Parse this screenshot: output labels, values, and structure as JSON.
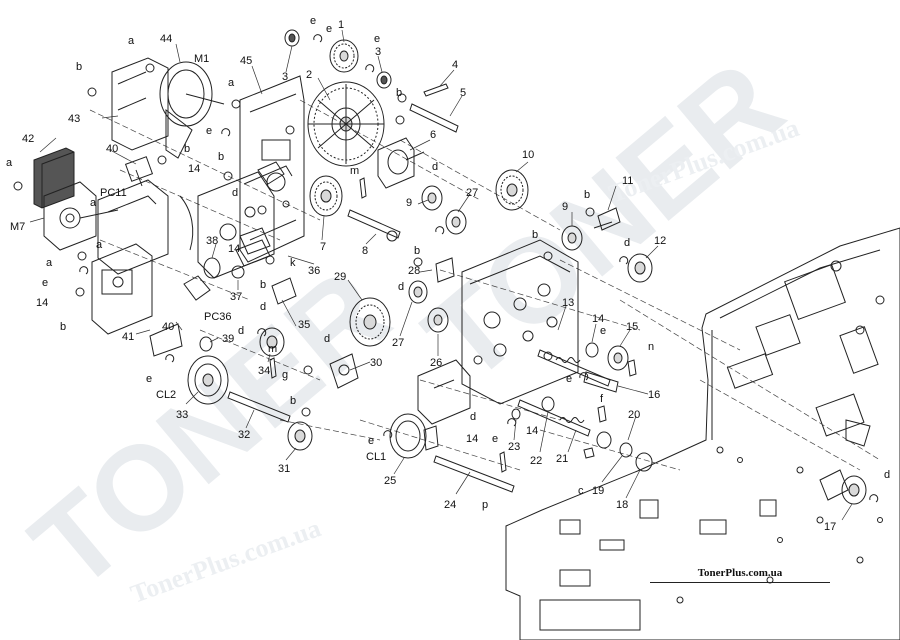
{
  "watermark": {
    "brand": "TONER",
    "site": "TonerPlus.com.ua"
  },
  "footer": {
    "site_label": "TonerPlus.com.ua"
  },
  "callouts": [
    {
      "id": "c1",
      "text": "1"
    },
    {
      "id": "c2",
      "text": "2"
    },
    {
      "id": "c3a",
      "text": "3"
    },
    {
      "id": "c3b",
      "text": "3"
    },
    {
      "id": "c4",
      "text": "4"
    },
    {
      "id": "c5",
      "text": "5"
    },
    {
      "id": "c6",
      "text": "6"
    },
    {
      "id": "c7",
      "text": "7"
    },
    {
      "id": "c8",
      "text": "8"
    },
    {
      "id": "c9a",
      "text": "9"
    },
    {
      "id": "c9b",
      "text": "9"
    },
    {
      "id": "c10",
      "text": "10"
    },
    {
      "id": "c11",
      "text": "11"
    },
    {
      "id": "c12",
      "text": "12"
    },
    {
      "id": "c13",
      "text": "13"
    },
    {
      "id": "c14a",
      "text": "14"
    },
    {
      "id": "c14b",
      "text": "14"
    },
    {
      "id": "c14c",
      "text": "14"
    },
    {
      "id": "c14d",
      "text": "14"
    },
    {
      "id": "c14e",
      "text": "14"
    },
    {
      "id": "c14f",
      "text": "14"
    },
    {
      "id": "c15",
      "text": "15"
    },
    {
      "id": "c16",
      "text": "16"
    },
    {
      "id": "c17",
      "text": "17"
    },
    {
      "id": "c18",
      "text": "18"
    },
    {
      "id": "c19",
      "text": "19"
    },
    {
      "id": "c20",
      "text": "20"
    },
    {
      "id": "c21",
      "text": "21"
    },
    {
      "id": "c22",
      "text": "22"
    },
    {
      "id": "c23",
      "text": "23"
    },
    {
      "id": "c24",
      "text": "24"
    },
    {
      "id": "c25",
      "text": "25"
    },
    {
      "id": "c26",
      "text": "26"
    },
    {
      "id": "c27a",
      "text": "27"
    },
    {
      "id": "c27b",
      "text": "27"
    },
    {
      "id": "c28",
      "text": "28"
    },
    {
      "id": "c29",
      "text": "29"
    },
    {
      "id": "c30",
      "text": "30"
    },
    {
      "id": "c31",
      "text": "31"
    },
    {
      "id": "c32",
      "text": "32"
    },
    {
      "id": "c33",
      "text": "33"
    },
    {
      "id": "c34",
      "text": "34"
    },
    {
      "id": "c35",
      "text": "35"
    },
    {
      "id": "c36",
      "text": "36"
    },
    {
      "id": "c37",
      "text": "37"
    },
    {
      "id": "c38",
      "text": "38"
    },
    {
      "id": "c39",
      "text": "39"
    },
    {
      "id": "c40a",
      "text": "40"
    },
    {
      "id": "c40b",
      "text": "40"
    },
    {
      "id": "c41",
      "text": "41"
    },
    {
      "id": "c42",
      "text": "42"
    },
    {
      "id": "c43",
      "text": "43"
    },
    {
      "id": "c44",
      "text": "44"
    },
    {
      "id": "c45",
      "text": "45"
    },
    {
      "id": "cM1",
      "text": "M1"
    },
    {
      "id": "cM7",
      "text": "M7"
    },
    {
      "id": "cPC11",
      "text": "PC11"
    },
    {
      "id": "cPC36",
      "text": "PC36"
    },
    {
      "id": "cCL1",
      "text": "CL1"
    },
    {
      "id": "cCL2",
      "text": "CL2"
    },
    {
      "id": "ca1",
      "text": "a"
    },
    {
      "id": "ca2",
      "text": "a"
    },
    {
      "id": "ca3",
      "text": "a"
    },
    {
      "id": "ca4",
      "text": "a"
    },
    {
      "id": "ca5",
      "text": "a"
    },
    {
      "id": "ca6",
      "text": "a"
    },
    {
      "id": "cb1",
      "text": "b"
    },
    {
      "id": "cb2",
      "text": "b"
    },
    {
      "id": "cb3",
      "text": "b"
    },
    {
      "id": "cb4",
      "text": "b"
    },
    {
      "id": "cb5",
      "text": "b"
    },
    {
      "id": "cb6",
      "text": "b"
    },
    {
      "id": "cb7",
      "text": "b"
    },
    {
      "id": "cb8",
      "text": "b"
    },
    {
      "id": "cb9",
      "text": "b"
    },
    {
      "id": "cb10",
      "text": "b"
    },
    {
      "id": "cc1",
      "text": "c"
    },
    {
      "id": "cd1",
      "text": "d"
    },
    {
      "id": "cd2",
      "text": "d"
    },
    {
      "id": "cd3",
      "text": "d"
    },
    {
      "id": "cd4",
      "text": "d"
    },
    {
      "id": "cd5",
      "text": "d"
    },
    {
      "id": "cd6",
      "text": "d"
    },
    {
      "id": "cd7",
      "text": "d"
    },
    {
      "id": "cd8",
      "text": "d"
    },
    {
      "id": "cd9",
      "text": "d"
    },
    {
      "id": "ce1",
      "text": "e"
    },
    {
      "id": "ce2",
      "text": "e"
    },
    {
      "id": "ce3",
      "text": "e"
    },
    {
      "id": "ce4",
      "text": "e"
    },
    {
      "id": "ce5",
      "text": "e"
    },
    {
      "id": "ce6",
      "text": "e"
    },
    {
      "id": "ce7",
      "text": "e"
    },
    {
      "id": "ce8",
      "text": "e"
    },
    {
      "id": "ce9",
      "text": "e"
    },
    {
      "id": "ce10",
      "text": "e"
    },
    {
      "id": "cf1",
      "text": "f"
    },
    {
      "id": "cg1",
      "text": "g"
    },
    {
      "id": "ck1",
      "text": "k"
    },
    {
      "id": "cm1",
      "text": "m"
    },
    {
      "id": "cm2",
      "text": "m"
    },
    {
      "id": "cn1",
      "text": "n"
    },
    {
      "id": "cp1",
      "text": "p"
    }
  ]
}
